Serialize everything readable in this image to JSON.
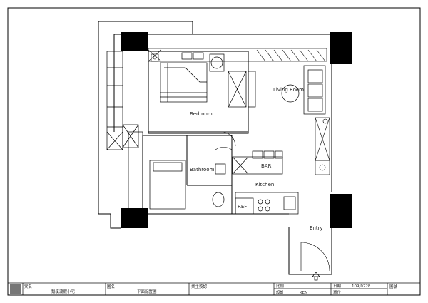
{
  "floor_plan": {
    "rooms": {
      "bedroom": "Bedroom",
      "living_room": "Living Room",
      "bathroom": "Bathroom",
      "kitchen": "Kitchen",
      "entry": "Entry",
      "bar": "BAR",
      "ref": "REF"
    }
  },
  "title_block": {
    "case_name_label": "案名",
    "case_name": "鵝溪渡假小宅",
    "drawing_name_label": "圖名",
    "drawing_name": "平面配置圖",
    "owner_signature_label": "業主簽認",
    "scale_label": "比例",
    "date_label": "日期",
    "date": "109/0228",
    "drawing_no_label": "圖號",
    "design_label": "設計",
    "designer": "KEN",
    "unit_label": "單位"
  }
}
